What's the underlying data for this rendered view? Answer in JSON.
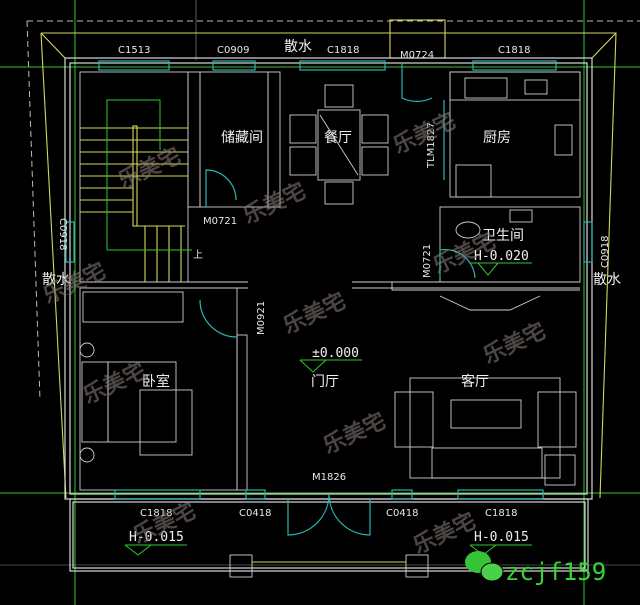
{
  "drawing": {
    "colors": {
      "background": "#000000",
      "walls": "#d8d8d8",
      "windows": "#2bb5b5",
      "roof_outline": "#d6d65a",
      "axis": "#2ec92e"
    },
    "rooms": {
      "storage": "储藏间",
      "dining": "餐厅",
      "kitchen": "厨房",
      "bathroom": "卫生间",
      "bedroom": "卧室",
      "foyer": "门厅",
      "living": "客厅"
    },
    "apron": {
      "top": "散水",
      "left": "散水",
      "right": "散水"
    },
    "windows": {
      "top_stair": "C1513",
      "top_storage": "C0909",
      "top_dining": "C1818",
      "top_kitchen": "C1818",
      "left": "C0918",
      "right": "C0918",
      "bottom_bedroom": "C1818",
      "bottom_left_small": "C0418",
      "bottom_right_small": "C0418",
      "bottom_living": "C1818"
    },
    "doors": {
      "back": "M0724",
      "kitchen_slide": "TLM1827",
      "storage": "M0721",
      "bathroom": "M0721",
      "bedroom": "M0921",
      "main": "M1826"
    },
    "levels": {
      "bathroom": "H-0.020",
      "foyer": "±0.000",
      "porch_left": "H-0.015",
      "porch_right": "H-0.015"
    },
    "stair_up": "上",
    "watermark": "乐美宅",
    "wechat_id": "zcjf159"
  }
}
